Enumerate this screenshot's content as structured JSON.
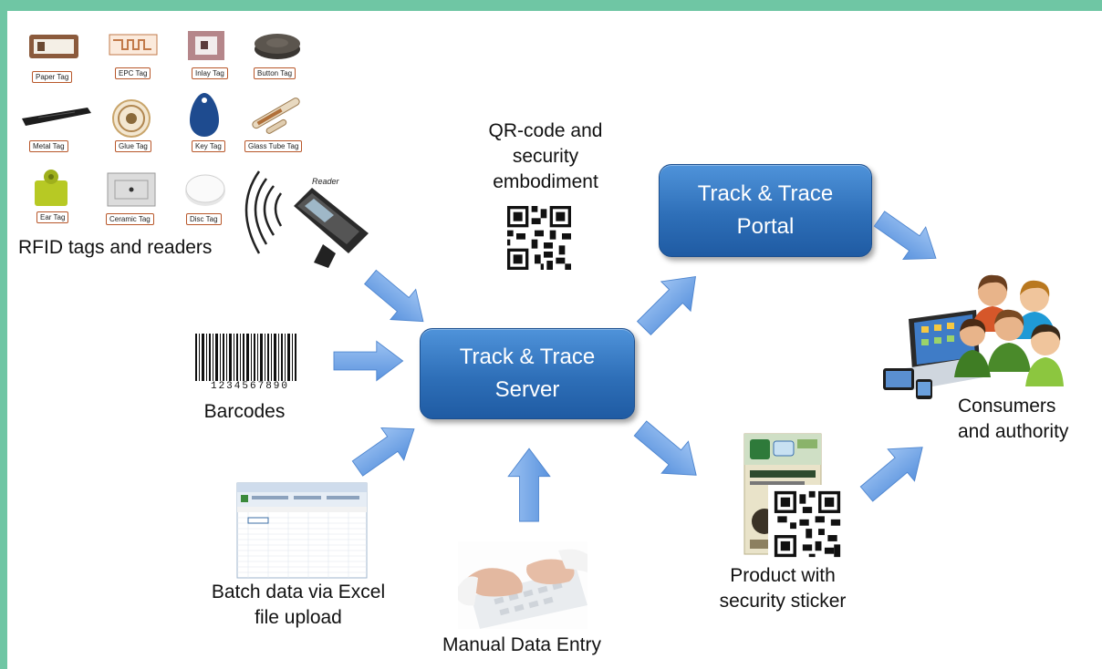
{
  "rfid": {
    "tags": [
      {
        "label": "Paper Tag"
      },
      {
        "label": "EPC Tag"
      },
      {
        "label": "Inlay Tag"
      },
      {
        "label": "Button Tag"
      },
      {
        "label": "Metal Tag"
      },
      {
        "label": "Glue Tag"
      },
      {
        "label": "Key Tag"
      },
      {
        "label": "Glass Tube Tag"
      },
      {
        "label": "Ear Tag"
      },
      {
        "label": "Ceramic Tag"
      },
      {
        "label": "Disc Tag"
      }
    ],
    "reader_label": "Reader",
    "caption": "RFID tags and readers"
  },
  "qr_caption": "QR-code and\nsecurity\nembodiment",
  "barcode": {
    "digits": "1234567890",
    "caption": "Barcodes"
  },
  "excel_caption": "Batch data via Excel\nfile upload",
  "manual_caption": "Manual Data Entry",
  "server_label": "Track & Trace\nServer",
  "portal_label": "Track & Trace\nPortal",
  "product_caption": "Product with\nsecurity sticker",
  "consumers_caption": "Consumers\nand authority",
  "colors": {
    "border": "#6fc6a4",
    "box": "#2e6fb8",
    "arrow": "#6fa4e8"
  }
}
